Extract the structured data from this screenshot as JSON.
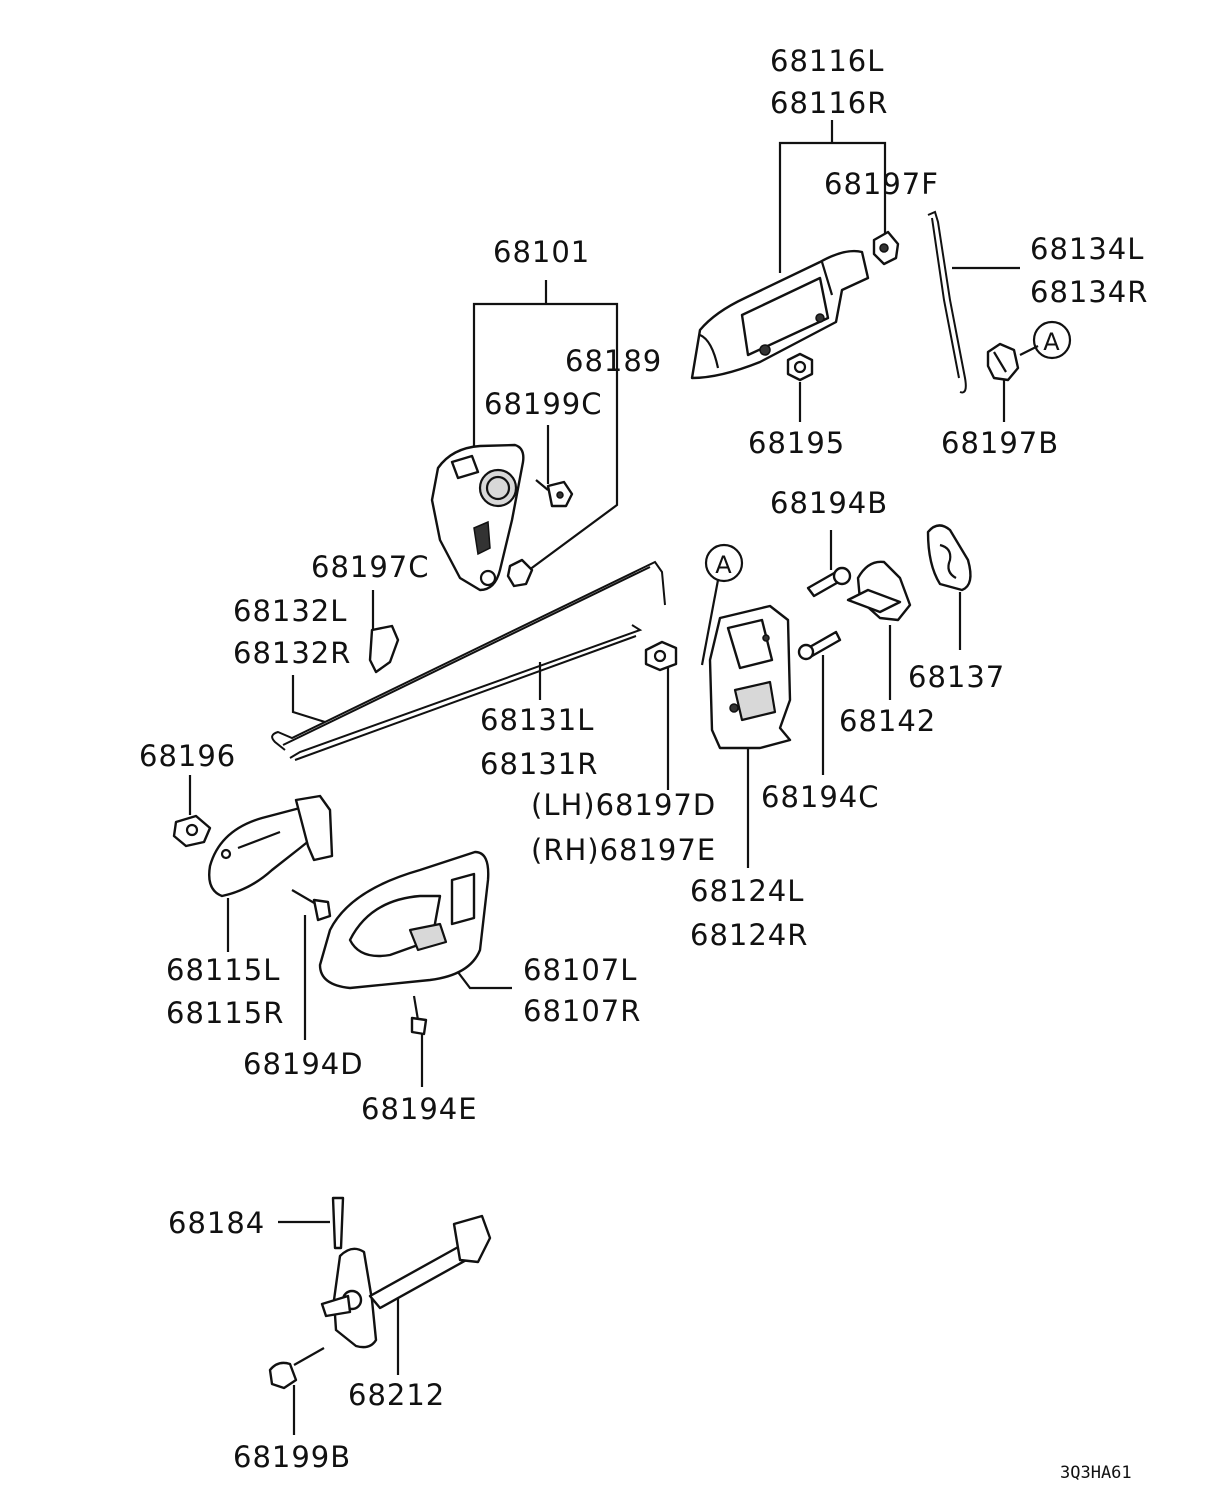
{
  "diagram": {
    "part_labels": {
      "p68116L": "68116L",
      "p68116R": "68116R",
      "p68197F": "68197F",
      "p68134L": "68134L",
      "p68134R": "68134R",
      "p68101": "68101",
      "p68189": "68189",
      "p68199C": "68199C",
      "p68195": "68195",
      "p68197B": "68197B",
      "p68194B": "68194B",
      "p68197C": "68197C",
      "p68132L": "68132L",
      "p68132R": "68132R",
      "p68131L": "68131L",
      "p68131R": "68131R",
      "p68137": "68137",
      "p68142": "68142",
      "p68196": "68196",
      "p68197D": "(LH)68197D",
      "p68197E": "(RH)68197E",
      "p68194C": "68194C",
      "p68124L": "68124L",
      "p68124R": "68124R",
      "p68115L": "68115L",
      "p68115R": "68115R",
      "p68107L": "68107L",
      "p68107R": "68107R",
      "p68194D": "68194D",
      "p68194E": "68194E",
      "p68184": "68184",
      "p68212": "68212",
      "p68199B": "68199B"
    },
    "callout_letter_1": "A",
    "callout_letter_2": "A",
    "drawing_code": "3Q3HA61"
  }
}
